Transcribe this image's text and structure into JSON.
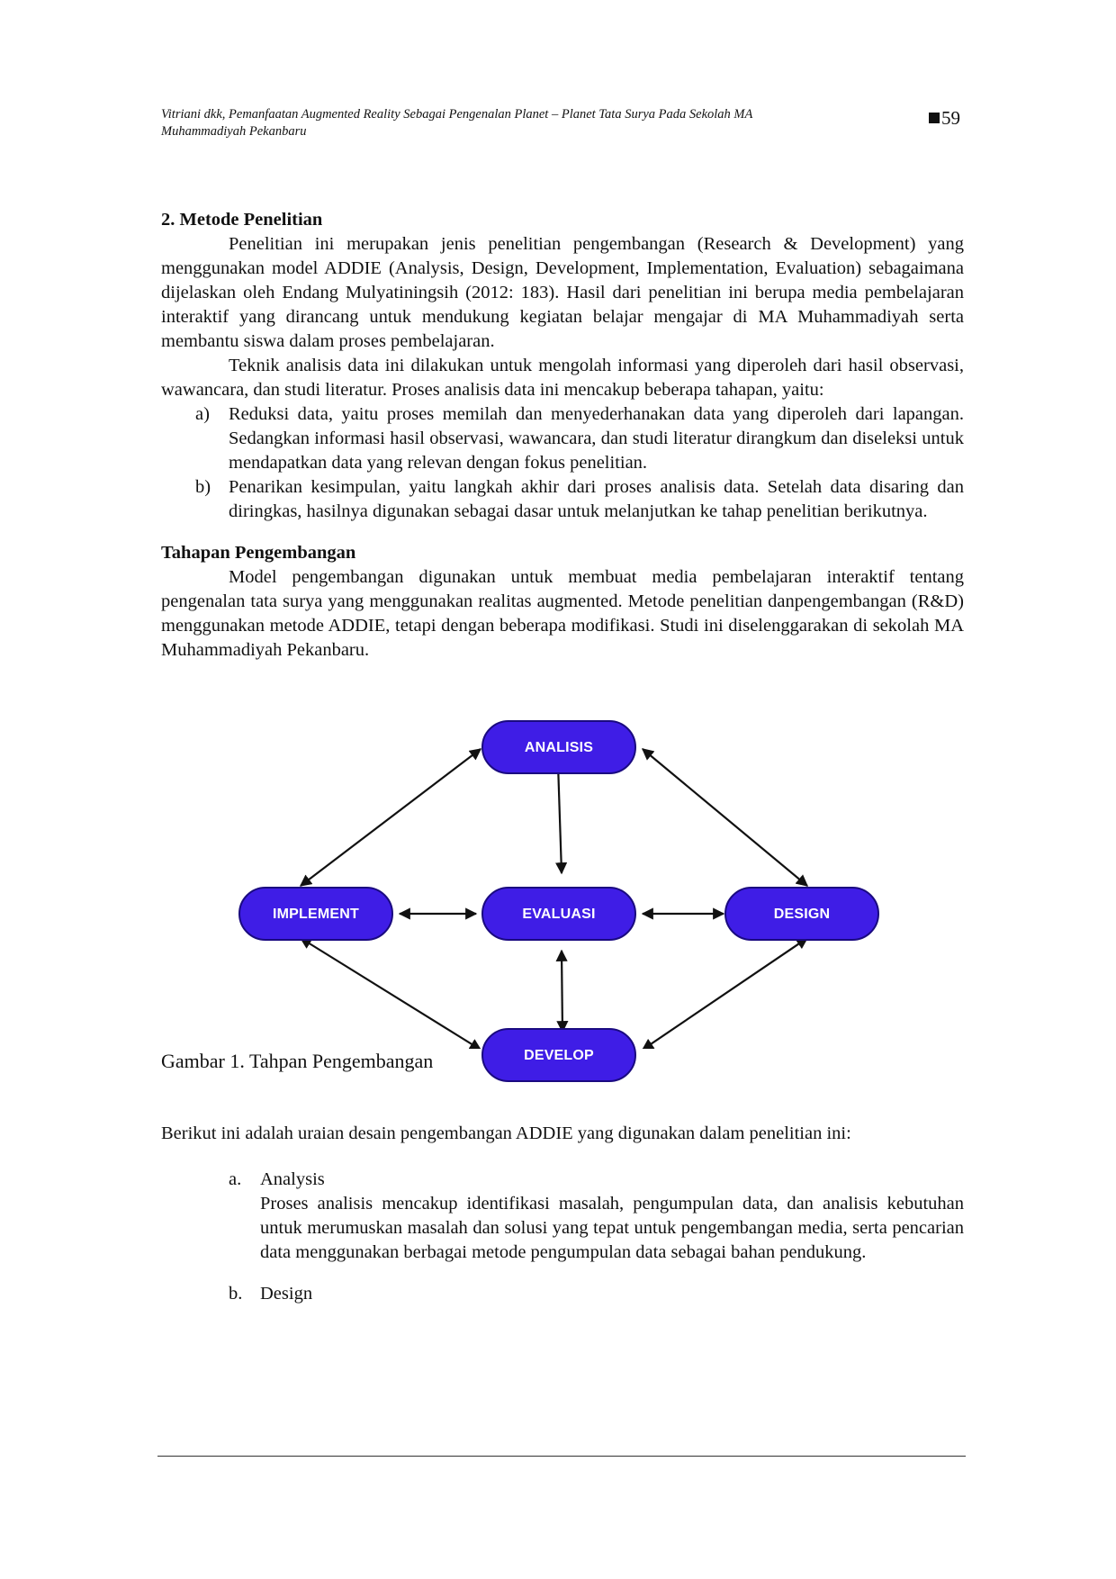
{
  "header": {
    "citation_line1": "Vitriani dkk, Pemanfaatan Augmented Reality Sebagai Pengenalan Planet – Planet Tata Surya Pada Sekolah MA",
    "citation_line2": "Muhammadiyah Pekanbaru",
    "page_number": "59"
  },
  "section_methods": {
    "heading": "2. Metode Penelitian",
    "para1": "Penelitian ini merupakan jenis penelitian pengembangan (Research & Development) yang menggunakan model ADDIE (Analysis, Design, Development, Implementation, Evaluation) sebagaimana dijelaskan oleh Endang Mulyatiningsih (2012: 183). Hasil dari penelitian ini berupa media pembelajaran interaktif yang dirancang untuk mendukung kegiatan belajar mengajar di MA Muhammadiyah serta membantu siswa dalam proses pembelajaran.",
    "para2": "Teknik analisis data ini dilakukan untuk mengolah informasi yang diperoleh dari hasil observasi, wawancara, dan studi literatur. Proses analisis data ini mencakup beberapa tahapan, yaitu:",
    "steps": [
      {
        "marker": "a)",
        "text": "Reduksi data, yaitu proses memilah dan menyederhanakan data yang diperoleh dari lapangan. Sedangkan informasi hasil observasi, wawancara, dan studi literatur dirangkum dan diseleksi untuk mendapatkan data yang relevan dengan fokus penelitian."
      },
      {
        "marker": "b)",
        "text": "Penarikan kesimpulan, yaitu langkah akhir dari proses analisis data. Setelah data disaring dan diringkas, hasilnya digunakan sebagai dasar untuk melanjutkan ke tahap penelitian berikutnya."
      }
    ]
  },
  "section_stages": {
    "heading": "Tahapan Pengembangan",
    "para": "Model pengembangan digunakan untuk membuat media pembelajaran interaktif tentang pengenalan tata surya yang menggunakan realitas augmented. Metode penelitian danpengembangan (R&D) menggunakan metode ADDIE, tetapi dengan beberapa modifikasi. Studi ini diselenggarakan di sekolah MA Muhammadiyah Pekanbaru."
  },
  "diagram": {
    "nodes": {
      "analisis": "ANALISIS",
      "implement": "IMPLEMENT",
      "evaluasi": "EVALUASI",
      "design": "DESIGN",
      "develop": "DEVELOP"
    },
    "node_color": "#3f1de6",
    "caption": "Gambar 1. Tahpan Pengembangan"
  },
  "addie": {
    "intro": "Berikut ini adalah uraian desain pengembangan ADDIE yang digunakan dalam penelitian ini:",
    "items": [
      {
        "marker": "a.",
        "title": "Analysis",
        "text": "Proses analisis mencakup identifikasi masalah, pengumpulan data, dan analisis kebutuhan untuk merumuskan masalah dan solusi yang tepat untuk pengembangan media, serta pencarian data menggunakan berbagai metode pengumpulan data sebagai bahan pendukung."
      },
      {
        "marker": "b.",
        "title": "Design",
        "text": ""
      }
    ]
  }
}
